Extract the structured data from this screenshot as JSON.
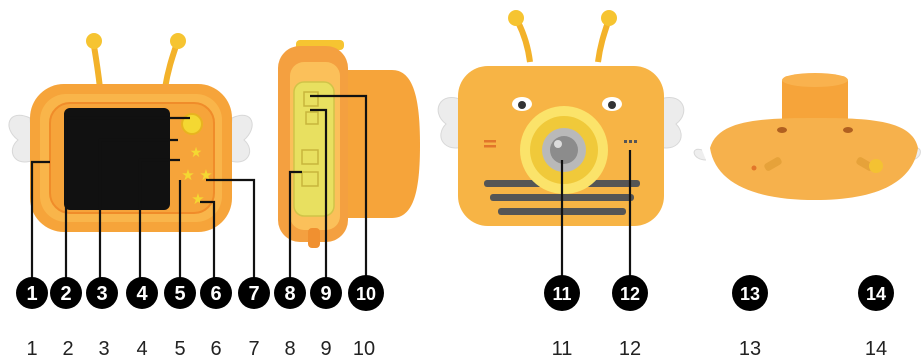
{
  "callouts": [
    {
      "n": "1"
    },
    {
      "n": "2"
    },
    {
      "n": "3"
    },
    {
      "n": "4"
    },
    {
      "n": "5"
    },
    {
      "n": "6"
    },
    {
      "n": "7"
    },
    {
      "n": "8"
    },
    {
      "n": "9"
    },
    {
      "n": "10"
    },
    {
      "n": "11"
    },
    {
      "n": "12"
    },
    {
      "n": "13"
    },
    {
      "n": "14"
    }
  ],
  "bottom_labels": [
    "1",
    "2",
    "3",
    "4",
    "5",
    "6",
    "7",
    "8",
    "9",
    "10",
    "11",
    "12",
    "13",
    "14"
  ],
  "colors": {
    "body_orange": "#f6a43a",
    "body_light": "#fbc35a",
    "accent_yellow": "#f4e45a",
    "screen_black": "#111111",
    "callout_black": "#000000"
  }
}
